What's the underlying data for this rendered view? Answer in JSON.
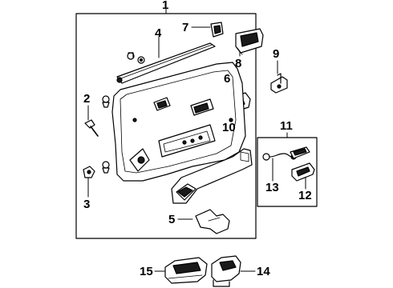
{
  "diagram": {
    "callouts": {
      "c1": "1",
      "c2": "2",
      "c3": "3",
      "c4": "4",
      "c5": "5",
      "c6": "6",
      "c7": "7",
      "c8": "8",
      "c9": "9",
      "c10": "10",
      "c11": "11",
      "c12": "12",
      "c13": "13",
      "c14": "14",
      "c15": "15"
    },
    "ink_color": "#000000",
    "part_fill": "#ffffff",
    "dark_fill": "#1a1a1a"
  }
}
